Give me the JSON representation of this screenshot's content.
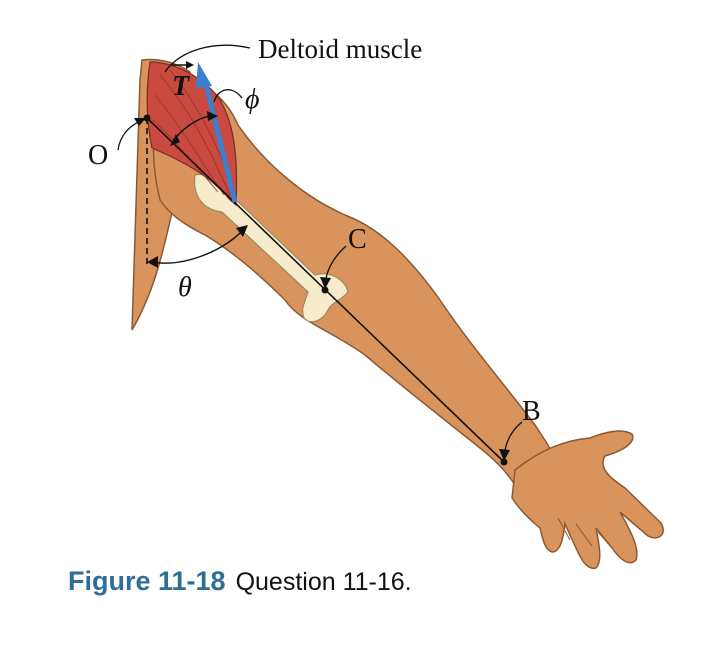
{
  "labels": {
    "deltoid": "Deltoid muscle",
    "tension": "T",
    "phi": "ϕ",
    "origin": "O",
    "theta": "θ",
    "point_c": "C",
    "point_b": "B"
  },
  "caption": {
    "figure": "Figure 11-18",
    "text": "Question 11-16."
  },
  "colors": {
    "skin": "#d9935c",
    "skin_outline": "#8a5a35",
    "muscle": "#c84a40",
    "bone": "#f6eccb",
    "force_arrow": "#3b7fd1",
    "caption_accent": "#2f6e97"
  }
}
